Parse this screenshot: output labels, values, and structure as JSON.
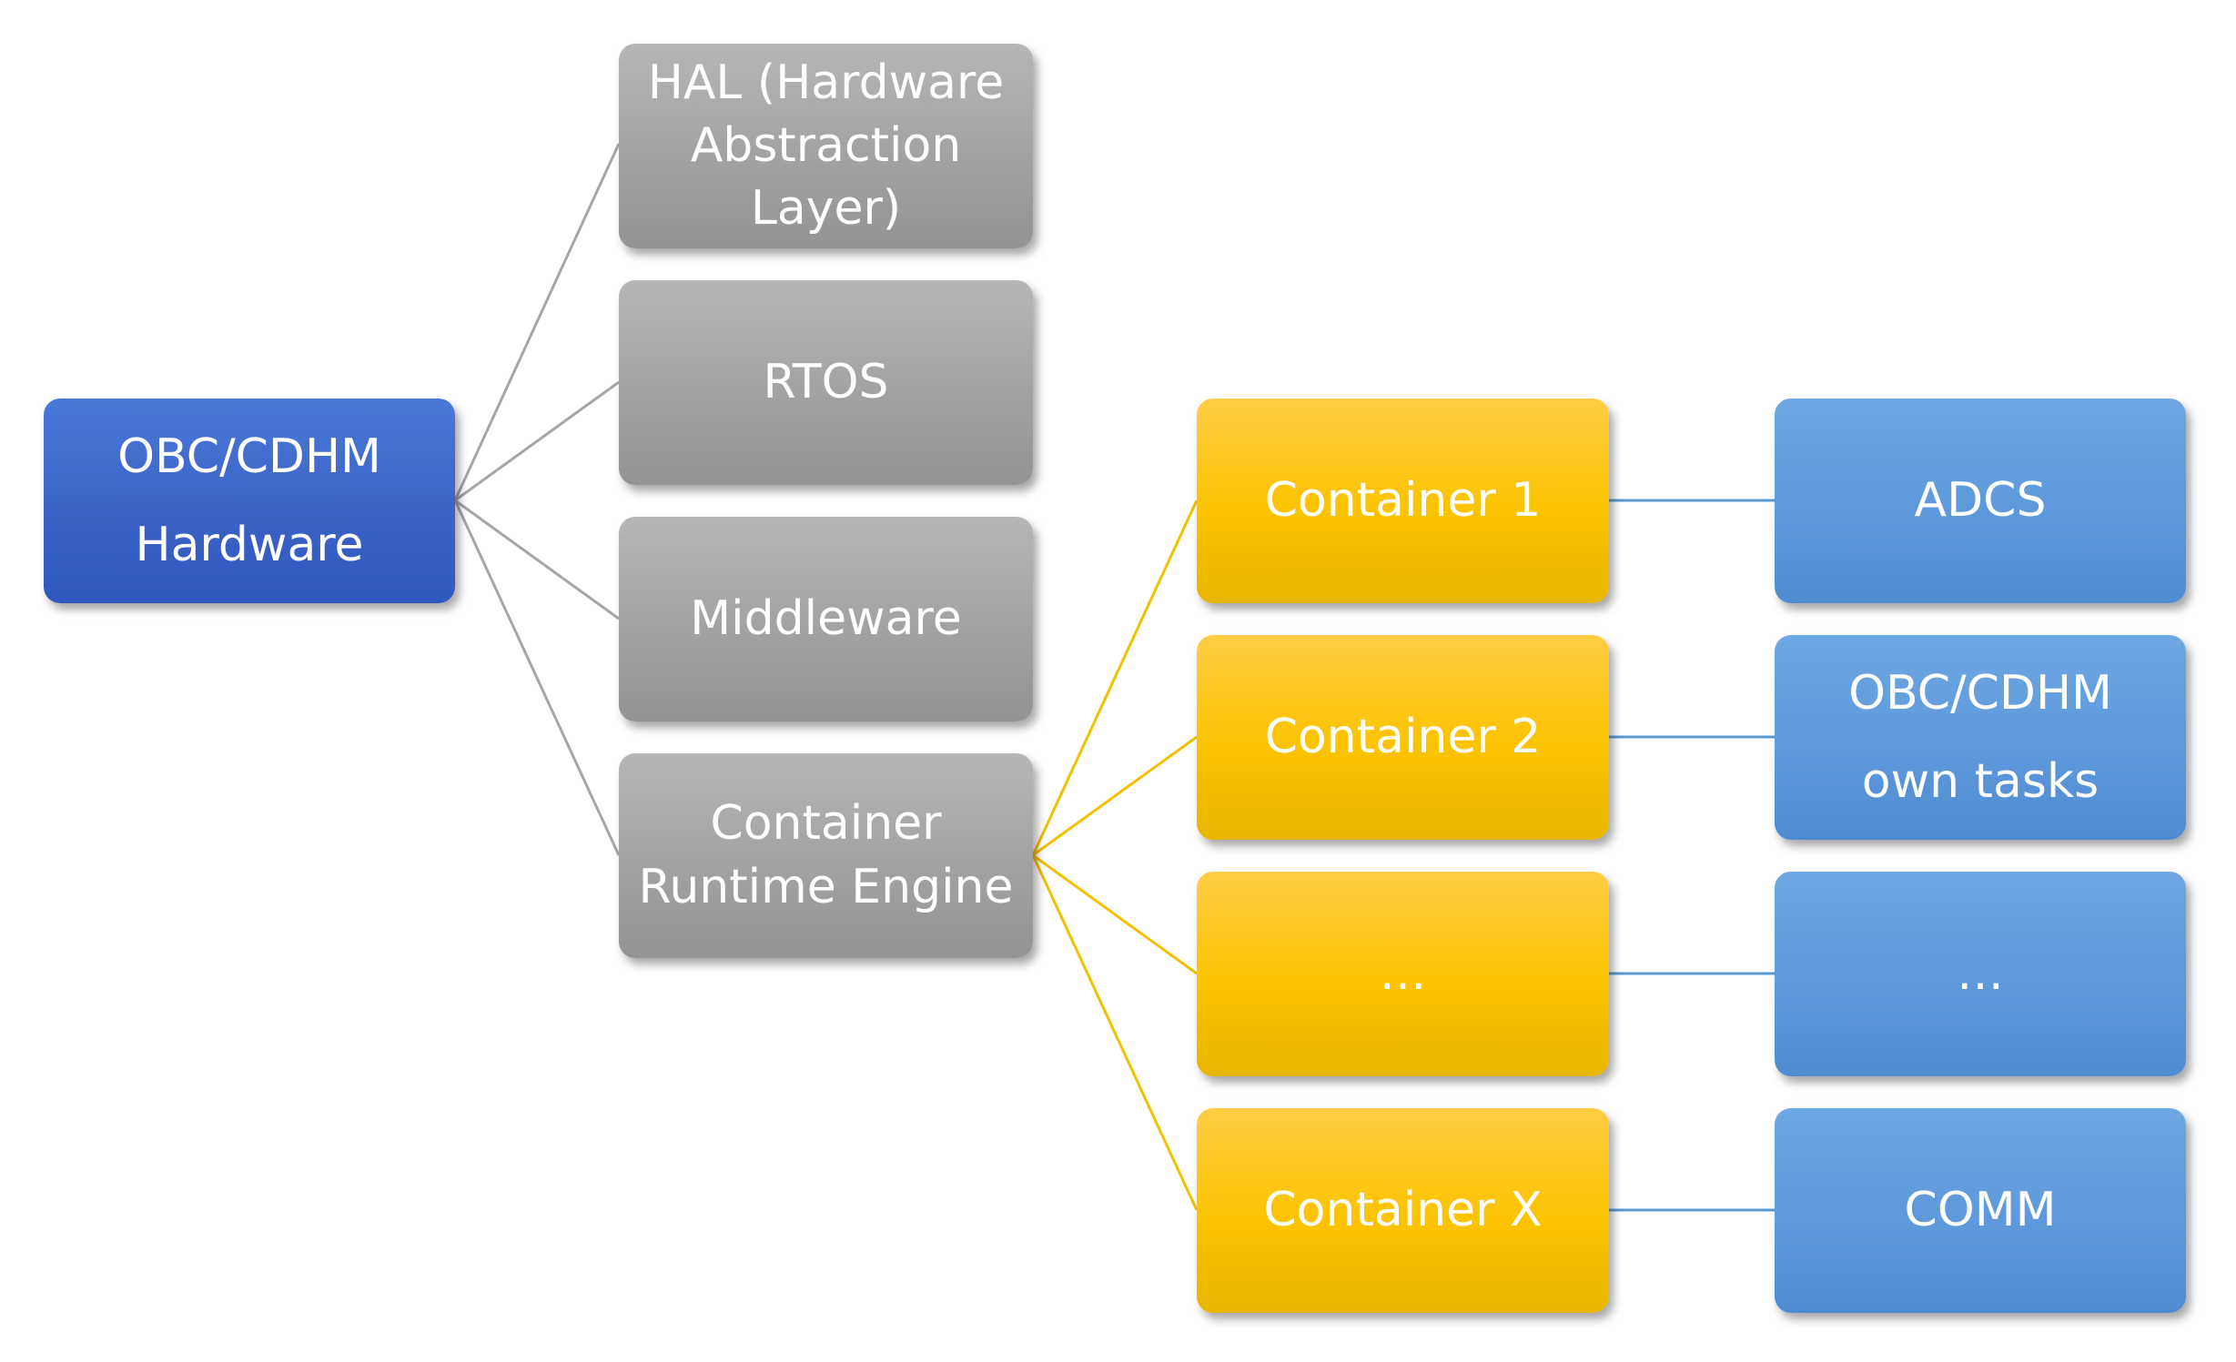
{
  "diagram": {
    "root": {
      "label": "OBC/CDHM\nHardware"
    },
    "layers": [
      {
        "label": "HAL (Hardware\nAbstraction\nLayer)"
      },
      {
        "label": "RTOS"
      },
      {
        "label": "Middleware"
      },
      {
        "label": "Container\nRuntime Engine"
      }
    ],
    "containers": [
      {
        "label": "Container 1"
      },
      {
        "label": "Container 2"
      },
      {
        "label": "…"
      },
      {
        "label": "Container X"
      }
    ],
    "tasks": [
      {
        "label": "ADCS"
      },
      {
        "label": "OBC/CDHM\nown tasks"
      },
      {
        "label": "…"
      },
      {
        "label": "COMM"
      }
    ]
  },
  "colors": {
    "root": "#3b63c6",
    "layer": "#a2a2a2",
    "container": "#fcc300",
    "task": "#5d99db",
    "gray_connector": "#a6a6a6",
    "yellow_connector": "#f5c000",
    "blue_connector": "#5b9bd5",
    "text": "#ffffff"
  }
}
